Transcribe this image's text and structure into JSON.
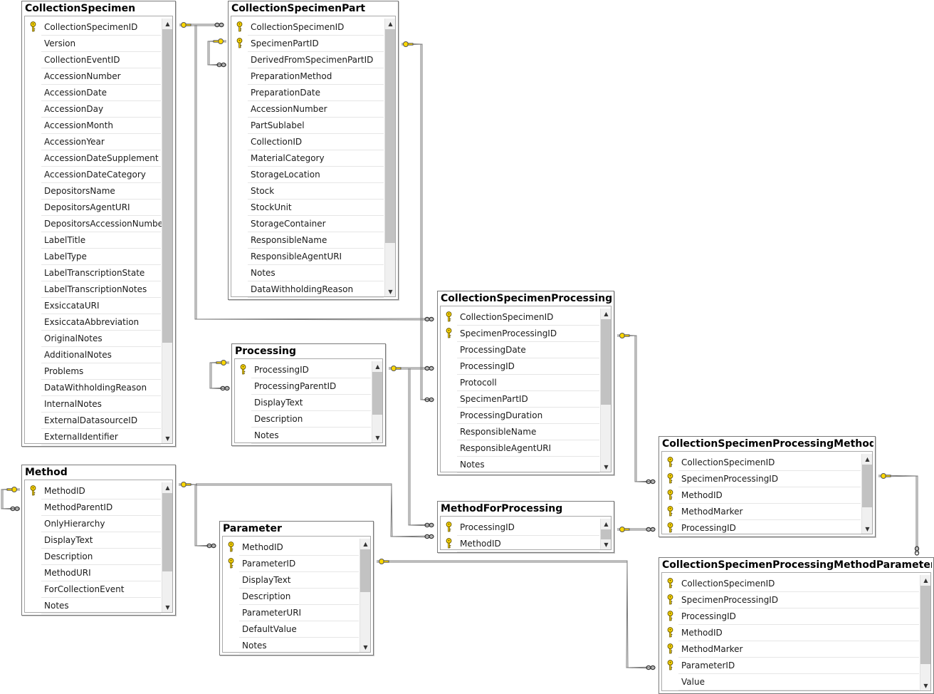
{
  "colors": {
    "key": "#ffd800",
    "header": "#f0f0f0",
    "border": "#7a7a7a",
    "connector": "#7a7a7a"
  },
  "tables": [
    {
      "id": "collection-specimen",
      "name": "CollectionSpecimen",
      "fields": [
        {
          "name": "CollectionSpecimenID",
          "pk": true
        },
        {
          "name": "Version"
        },
        {
          "name": "CollectionEventID"
        },
        {
          "name": "AccessionNumber"
        },
        {
          "name": "AccessionDate"
        },
        {
          "name": "AccessionDay"
        },
        {
          "name": "AccessionMonth"
        },
        {
          "name": "AccessionYear"
        },
        {
          "name": "AccessionDateSupplement"
        },
        {
          "name": "AccessionDateCategory"
        },
        {
          "name": "DepositorsName"
        },
        {
          "name": "DepositorsAgentURI"
        },
        {
          "name": "DepositorsAccessionNumber"
        },
        {
          "name": "LabelTitle"
        },
        {
          "name": "LabelType"
        },
        {
          "name": "LabelTranscriptionState"
        },
        {
          "name": "LabelTranscriptionNotes"
        },
        {
          "name": "ExsiccataURI"
        },
        {
          "name": "ExsiccataAbbreviation"
        },
        {
          "name": "OriginalNotes"
        },
        {
          "name": "AdditionalNotes"
        },
        {
          "name": "Problems"
        },
        {
          "name": "DataWithholdingReason"
        },
        {
          "name": "InternalNotes"
        },
        {
          "name": "ExternalDatasourceID"
        },
        {
          "name": "ExternalIdentifier"
        }
      ]
    },
    {
      "id": "collection-specimen-part",
      "name": "CollectionSpecimenPart",
      "fields": [
        {
          "name": "CollectionSpecimenID",
          "pk": true
        },
        {
          "name": "SpecimenPartID",
          "pk": true
        },
        {
          "name": "DerivedFromSpecimenPartID"
        },
        {
          "name": "PreparationMethod"
        },
        {
          "name": "PreparationDate"
        },
        {
          "name": "AccessionNumber"
        },
        {
          "name": "PartSublabel"
        },
        {
          "name": "CollectionID"
        },
        {
          "name": "MaterialCategory"
        },
        {
          "name": "StorageLocation"
        },
        {
          "name": "Stock"
        },
        {
          "name": "StockUnit"
        },
        {
          "name": "StorageContainer"
        },
        {
          "name": "ResponsibleName"
        },
        {
          "name": "ResponsibleAgentURI"
        },
        {
          "name": "Notes"
        },
        {
          "name": "DataWithholdingReason"
        }
      ]
    },
    {
      "id": "collection-specimen-processing",
      "name": "CollectionSpecimenProcessing",
      "fields": [
        {
          "name": "CollectionSpecimenID",
          "pk": true
        },
        {
          "name": "SpecimenProcessingID",
          "pk": true
        },
        {
          "name": "ProcessingDate"
        },
        {
          "name": "ProcessingID"
        },
        {
          "name": "Protocoll"
        },
        {
          "name": "SpecimenPartID"
        },
        {
          "name": "ProcessingDuration"
        },
        {
          "name": "ResponsibleName"
        },
        {
          "name": "ResponsibleAgentURI"
        },
        {
          "name": "Notes"
        }
      ]
    },
    {
      "id": "processing",
      "name": "Processing",
      "fields": [
        {
          "name": "ProcessingID",
          "pk": true
        },
        {
          "name": "ProcessingParentID"
        },
        {
          "name": "DisplayText"
        },
        {
          "name": "Description"
        },
        {
          "name": "Notes"
        }
      ]
    },
    {
      "id": "method",
      "name": "Method",
      "fields": [
        {
          "name": "MethodID",
          "pk": true
        },
        {
          "name": "MethodParentID"
        },
        {
          "name": "OnlyHierarchy"
        },
        {
          "name": "DisplayText"
        },
        {
          "name": "Description"
        },
        {
          "name": "MethodURI"
        },
        {
          "name": "ForCollectionEvent"
        },
        {
          "name": "Notes"
        }
      ]
    },
    {
      "id": "parameter",
      "name": "Parameter",
      "fields": [
        {
          "name": "MethodID",
          "pk": true
        },
        {
          "name": "ParameterID",
          "pk": true
        },
        {
          "name": "DisplayText"
        },
        {
          "name": "Description"
        },
        {
          "name": "ParameterURI"
        },
        {
          "name": "DefaultValue"
        },
        {
          "name": "Notes"
        }
      ]
    },
    {
      "id": "method-for-processing",
      "name": "MethodForProcessing",
      "fields": [
        {
          "name": "ProcessingID",
          "pk": true
        },
        {
          "name": "MethodID",
          "pk": true
        }
      ]
    },
    {
      "id": "collection-specimen-processing-method",
      "name": "CollectionSpecimenProcessingMethod",
      "fields": [
        {
          "name": "CollectionSpecimenID",
          "pk": true
        },
        {
          "name": "SpecimenProcessingID",
          "pk": true
        },
        {
          "name": "MethodID",
          "pk": true
        },
        {
          "name": "MethodMarker",
          "pk": true
        },
        {
          "name": "ProcessingID",
          "pk": true
        }
      ]
    },
    {
      "id": "collection-specimen-processing-method-parameter",
      "name": "CollectionSpecimenProcessingMethodParameter",
      "fields": [
        {
          "name": "CollectionSpecimenID",
          "pk": true
        },
        {
          "name": "SpecimenProcessingID",
          "pk": true
        },
        {
          "name": "ProcessingID",
          "pk": true
        },
        {
          "name": "MethodID",
          "pk": true
        },
        {
          "name": "MethodMarker",
          "pk": true
        },
        {
          "name": "ParameterID",
          "pk": true
        },
        {
          "name": "Value"
        }
      ]
    }
  ],
  "relationships": [
    {
      "from": "CollectionSpecimen",
      "to": "CollectionSpecimenPart"
    },
    {
      "from": "CollectionSpecimenPart",
      "to": "CollectionSpecimenPart"
    },
    {
      "from": "CollectionSpecimen",
      "to": "CollectionSpecimenProcessing"
    },
    {
      "from": "CollectionSpecimenPart",
      "to": "CollectionSpecimenProcessing"
    },
    {
      "from": "Processing",
      "to": "Processing"
    },
    {
      "from": "Processing",
      "to": "CollectionSpecimenProcessing"
    },
    {
      "from": "Processing",
      "to": "MethodForProcessing"
    },
    {
      "from": "Method",
      "to": "Method"
    },
    {
      "from": "Method",
      "to": "Parameter"
    },
    {
      "from": "Method",
      "to": "MethodForProcessing"
    },
    {
      "from": "CollectionSpecimenProcessing",
      "to": "CollectionSpecimenProcessingMethod"
    },
    {
      "from": "MethodForProcessing",
      "to": "CollectionSpecimenProcessingMethod"
    },
    {
      "from": "CollectionSpecimenProcessingMethod",
      "to": "CollectionSpecimenProcessingMethodParameter"
    },
    {
      "from": "Parameter",
      "to": "CollectionSpecimenProcessingMethodParameter"
    }
  ]
}
